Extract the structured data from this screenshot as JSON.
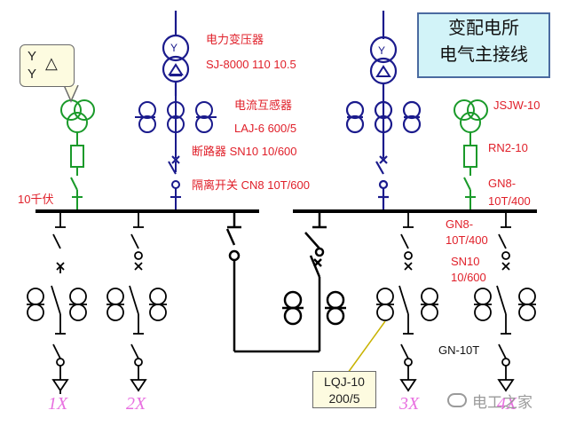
{
  "title": {
    "line1": "变配电所",
    "line2": "电气主接线"
  },
  "labels": {
    "transformer_name": "电力变压器",
    "transformer_model": "SJ-8000  110  10.5",
    "ct_name": "电流互感器",
    "ct_model": "LAJ-6 600/5",
    "breaker": "断路器  SN10  10/600",
    "isolator": "隔离开关 CN8  10T/600",
    "bus_voltage": "10千伏",
    "jsjw": "JSJW-10",
    "rn2": "RN2-10",
    "gn8_right_1": "GN8-",
    "gn8_right_2": "10T/400",
    "gn8_mid_1": "GN8-",
    "gn8_mid_2": "10T/400",
    "sn10_1": "SN10",
    "sn10_2": "10/600",
    "gn10t": "GN-10T",
    "transformer_symbol": "Y",
    "left_transformer_symbol": "Y",
    "pt_symbol": "Y"
  },
  "callouts": {
    "winding": {
      "line1": "Y",
      "line2": "Y",
      "delta": "△"
    },
    "lqj": {
      "line1": "LQJ-10",
      "line2": "200/5"
    }
  },
  "feeders": [
    "1X",
    "2X",
    "3X",
    "4X"
  ],
  "watermark": "电工之家",
  "colors": {
    "navy": "#1a1a8c",
    "green": "#1a9a2a",
    "red": "#e0202a",
    "pink": "#e86fe0",
    "black": "#000000"
  }
}
